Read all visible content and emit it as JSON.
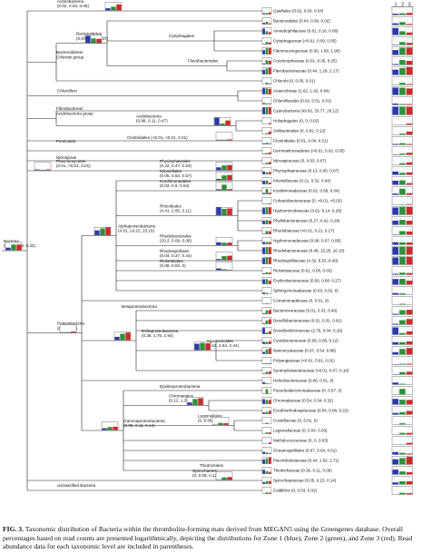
{
  "header": {
    "zone_numbers": [
      "1",
      "2",
      "3"
    ]
  },
  "colors": {
    "zone1": "#2b3aa8",
    "zone2": "#2f8f3a",
    "zone3": "#cc2a2a",
    "line": "#222222",
    "box": "#555555"
  },
  "internal_nodes": [
    {
      "id": "actino",
      "lines": [
        "Actinobacteria",
        "(0.02, 0.03, 0.06)"
      ],
      "bars": [
        0.25,
        0.45,
        0.75
      ]
    },
    {
      "id": "bact-chlorobi",
      "lines": [
        "Bacteroidetes/",
        "Chlorobi group"
      ],
      "bars": []
    },
    {
      "id": "bacteroidetes",
      "lines": [
        "Bacteroidetes",
        "(0.67, 0.39, 0.37)"
      ],
      "bars": [
        0.9,
        0.55,
        0.5
      ]
    },
    {
      "id": "cytophagales",
      "lines": [
        "Cytophagales"
      ],
      "bars": []
    },
    {
      "id": "flavobacteriales",
      "lines": [
        "Flavobacteriales"
      ],
      "bars": []
    },
    {
      "id": "chloroflexi",
      "lines": [
        "Chloroflexi"
      ],
      "bars": []
    },
    {
      "id": "fibro-acido",
      "lines": [
        "Fibrobacteres/",
        "Acidobacteria group"
      ],
      "bars": []
    },
    {
      "id": "acidobacteria",
      "lines": [
        "Acidobacteria",
        "(0.88, 0.11, 0.47)"
      ],
      "bars": [
        0.95,
        0.2,
        0.6
      ]
    },
    {
      "id": "firmicutes",
      "lines": [
        "Firmicutes"
      ],
      "bars": []
    },
    {
      "id": "clostridiales",
      "lines": [
        "Clostridiales (<0.01, <0.01, 0.01)"
      ],
      "bars": [
        0.05,
        0.05,
        0.1
      ]
    },
    {
      "id": "nitrospirae",
      "lines": [
        "Nitrospirae"
      ],
      "bars": []
    },
    {
      "id": "planctomycetes",
      "lines": [
        "Planctomycetes",
        "(0.01, <0.01, 0.01)"
      ],
      "bars": [
        0.08,
        0.04,
        0.08
      ]
    },
    {
      "id": "phycisphaerales",
      "lines": [
        "Phycisphaerales",
        "(0.22, 0.47, 0.53)"
      ],
      "bars": [
        0.35,
        0.6,
        0.65
      ]
    },
    {
      "id": "kiloniellales",
      "lines": [
        "Kiloniellales",
        "(0.05, 0.53, 0.57)"
      ],
      "bars": [
        0.15,
        0.6,
        0.65
      ]
    },
    {
      "id": "kordiimonadales",
      "lines": [
        "Kordiimonadales",
        "(0.03, 0.6, 0.04)"
      ],
      "bars": [
        0.1,
        0.7,
        0.12
      ]
    },
    {
      "id": "rhizobiales",
      "lines": [
        "Rhizobiales",
        "(4.41, 2.65, 3.11)"
      ],
      "bars": [
        1.0,
        0.8,
        0.85
      ]
    },
    {
      "id": "alphaproteo",
      "lines": [
        "Alphaproteobacteria",
        "(4.81, 14.22, 23.16)"
      ],
      "bars": [
        0.6,
        0.85,
        1.0
      ]
    },
    {
      "id": "rhodobacterales",
      "lines": [
        "Rhodobacterales",
        "(20.3, 0.09, 0.08)"
      ],
      "bars": [
        0.35,
        0.3,
        0.3
      ]
    },
    {
      "id": "rhodospirillales",
      "lines": [
        "Rhodospirillales",
        "(0.04, 0.37, 0.44)"
      ],
      "bars": [
        0.12,
        0.5,
        0.55
      ]
    },
    {
      "id": "rickettsiales",
      "lines": [
        "Rickettsiales",
        "(0.08, 0.03, 0)"
      ],
      "bars": [
        0.2,
        0.1,
        0.0
      ]
    },
    {
      "id": "bacteria",
      "lines": [
        "Bacteria",
        "(0.02, 0.34, 0.32)"
      ],
      "bars": [
        0.3,
        0.7,
        0.7
      ]
    },
    {
      "id": "betaproteo",
      "lines": [
        "Betaproteobacteria"
      ],
      "bars": []
    },
    {
      "id": "proteobacteria",
      "lines": [
        "Proteobacteria",
        "(0, 0, 0.02)"
      ],
      "bars": [
        0.0,
        0.0,
        0.1
      ]
    },
    {
      "id": "deltaproteo",
      "lines": [
        "Deltaproteobacteria",
        "(0.28, 1.75, 2.94)"
      ],
      "bars": [
        0.4,
        0.8,
        0.95
      ]
    },
    {
      "id": "myxococcales",
      "lines": [
        "Myxococcales",
        "(2.04, 2.64, 2.44)"
      ],
      "bars": [
        0.8,
        0.9,
        0.85
      ]
    },
    {
      "id": "epsilonproteo",
      "lines": [
        "Epsilonproteobacteria"
      ],
      "bars": []
    },
    {
      "id": "chromatiales",
      "lines": [
        "Chromatiales",
        "(0.12, 1.33, 1.67)"
      ],
      "bars": [
        0.3,
        0.75,
        0.85
      ]
    },
    {
      "id": "gammaproteo",
      "lines": [
        "Gammaproteobacteria",
        "(0.05, 0.11, 0.14)"
      ],
      "bars": [
        0.2,
        0.35,
        0.4
      ]
    },
    {
      "id": "legionellales",
      "lines": [
        "Legionellales",
        "(0, 0.06, 0.05)"
      ],
      "bars": [
        0.0,
        0.25,
        0.2
      ]
    },
    {
      "id": "thiotrichales",
      "lines": [
        "Thiotrichales"
      ],
      "bars": []
    },
    {
      "id": "spirochaetes",
      "lines": [
        "Spirochaetes",
        "(0, 0.09, 0.12)"
      ],
      "bars": [
        0.0,
        0.3,
        0.35
      ]
    },
    {
      "id": "unclassified",
      "lines": [
        "unclassified Bacteria"
      ],
      "bars": []
    }
  ],
  "leaves": [
    {
      "label": "Gaiellales (0.02, 0.03, 0.04)",
      "bars": [
        0.15,
        0.2,
        0.25
      ]
    },
    {
      "label": "Bacteroidales (0.04, 0.09, 0.02)",
      "bars": [
        0.2,
        0.35,
        0.12
      ]
    },
    {
      "label": "Amoebophilaceae (0.81, 0.16, 0.08)",
      "bars": [
        0.85,
        0.45,
        0.3
      ]
    },
    {
      "label": "Cytophagaceae (<0.01, 0.09, 0.05)",
      "bars": [
        0.05,
        0.35,
        0.25
      ]
    },
    {
      "label": "Flammeovirgaceae (0.36, 1.80, 1.90)",
      "bars": [
        0.6,
        0.9,
        0.92
      ]
    },
    {
      "label": "Cryomorphaceae (0.01, 0.35, 0.25)",
      "bars": [
        0.1,
        0.6,
        0.5
      ]
    },
    {
      "label": "Flavobacteriaceae (0.44, 1.29, 2.17)",
      "bars": [
        0.65,
        0.85,
        0.95
      ]
    },
    {
      "label": "Chlorobi (0, 0.05, 0.01)",
      "bars": [
        0.0,
        0.25,
        0.1
      ]
    },
    {
      "label": "Anaerolineae (1.62, 1.42, 0.84)",
      "bars": [
        0.9,
        0.88,
        0.8
      ]
    },
    {
      "label": "Chloroflexales (0.02, 0.01, 0.01)",
      "bars": [
        0.15,
        0.1,
        0.1
      ]
    },
    {
      "label": "Cyanobacteria (49.92, 33.77, 20.12)",
      "bars": [
        1.0,
        1.0,
        1.0
      ]
    },
    {
      "label": "Holophagales (0, 0, 0.02)",
      "bars": [
        0.0,
        0.0,
        0.15
      ]
    },
    {
      "label": "Solibacterales (0, 0.02, 0.12)",
      "bars": [
        0.0,
        0.15,
        0.4
      ]
    },
    {
      "label": "Clostridiales (0.01, 0.04, 0.01)",
      "bars": [
        0.1,
        0.2,
        0.1
      ]
    },
    {
      "label": "Gemmatimonadetes (<0.01, 0.02, 0.05)",
      "bars": [
        0.05,
        0.15,
        0.25
      ]
    },
    {
      "label": "Nitrospiraceae (0, 0.03, 0.07)",
      "bars": [
        0.0,
        0.2,
        0.3
      ]
    },
    {
      "label": "Phycisphaeraceae (0.13, 0.05, 0.07)",
      "bars": [
        0.4,
        0.25,
        0.3
      ]
    },
    {
      "label": "Kiloniellaceae (0.21, 0.32, 0.04)",
      "bars": [
        0.5,
        0.55,
        0.2
      ]
    },
    {
      "label": "Kordiimonadaceae (0.02, 0.68, 0.04)",
      "bars": [
        0.15,
        0.75,
        0.2
      ]
    },
    {
      "label": "Cohaesibacteraceae (0, <0.01, <0.02)",
      "bars": [
        0.0,
        0.05,
        0.08
      ]
    },
    {
      "label": "Hyphomicrobiaceae (3.61, 6.14, 6.29)",
      "bars": [
        0.9,
        0.97,
        0.97
      ]
    },
    {
      "label": "Phyllobacteriaceae (0.27, 0.42, 0.28)",
      "bars": [
        0.5,
        0.6,
        0.5
      ]
    },
    {
      "label": "Rhodobiaceae (<0.01, 0.21, 0.17)",
      "bars": [
        0.05,
        0.45,
        0.4
      ]
    },
    {
      "label": "Hyphomonadaceae (0.08, 0.07, 0.06)",
      "bars": [
        0.3,
        0.3,
        0.28
      ]
    },
    {
      "label": "Rhodobacteraceae (9.48, 15.25, 16.10)",
      "bars": [
        0.95,
        1.0,
        1.0
      ]
    },
    {
      "label": "Rhodospirillaceae (4.32, 8.53, 8.40)",
      "bars": [
        0.9,
        0.98,
        0.98
      ]
    },
    {
      "label": "Rickettsiaceae (0.01, 0.05, 0.03)",
      "bars": [
        0.1,
        0.25,
        0.2
      ]
    },
    {
      "label": "Erythrobacteraceae (0.56, 0.60, 0.27)",
      "bars": [
        0.7,
        0.72,
        0.5
      ]
    },
    {
      "label": "Sphingomonadaceae (0.03, 0.02, 0)",
      "bars": [
        0.2,
        0.15,
        0.0
      ]
    },
    {
      "label": "Comamonadaceae (0, 0.01, 0)",
      "bars": [
        0.0,
        0.1,
        0.0
      ]
    },
    {
      "label": "Bacteriovoraceae (0.01, 0.31, 0.40)",
      "bars": [
        0.1,
        0.55,
        0.6
      ]
    },
    {
      "label": "Desulfobacteraceae (0.01, 0.31, 0.61)",
      "bars": [
        0.1,
        0.55,
        0.7
      ]
    },
    {
      "label": "Desulfovibrionaceae (2.75, 0.04, 0.16)",
      "bars": [
        0.9,
        0.2,
        0.4
      ]
    },
    {
      "label": "Cystobacteraceae (0.08, 0.08, 0.12)",
      "bars": [
        0.3,
        0.3,
        0.4
      ]
    },
    {
      "label": "Nannocystaceae (0.07, 0.54, 0.88)",
      "bars": [
        0.3,
        0.7,
        0.82
      ]
    },
    {
      "label": "Polyangiaceae (<0.01, 0.01, 0.01)",
      "bars": [
        0.05,
        0.1,
        0.1
      ]
    },
    {
      "label": "Syntrophobacteraceae (<0.01, 0.07, 0.10)",
      "bars": [
        0.05,
        0.3,
        0.35
      ]
    },
    {
      "label": "Helicobacteraceae (0.06, 0.01, 0)",
      "bars": [
        0.25,
        0.1,
        0.0
      ]
    },
    {
      "label": "Pseudoalteromonadaceae (0, 0.57, 0)",
      "bars": [
        0.0,
        0.7,
        0.0
      ]
    },
    {
      "label": "Chromatiaceae (0.54, 0.34, 0.32)",
      "bars": [
        0.7,
        0.6,
        0.58
      ]
    },
    {
      "label": "Ectothiorhodospiraceae (0.04, 0.08, 0.22)",
      "bars": [
        0.2,
        0.3,
        0.45
      ]
    },
    {
      "label": "Coxiellaceae (0, 0.02, 0)",
      "bars": [
        0.0,
        0.15,
        0.0
      ]
    },
    {
      "label": "Legionellaceae (0, 0.04, 0.03)",
      "bars": [
        0.0,
        0.2,
        0.2
      ]
    },
    {
      "label": "Methylococcaceae (0, 0, 0.03)",
      "bars": [
        0.0,
        0.0,
        0.2
      ]
    },
    {
      "label": "Oceanospirillales (0.07, 0.04, 0.01)",
      "bars": [
        0.3,
        0.2,
        0.1
      ]
    },
    {
      "label": "Piscirickettsiaceae (0.44, 1.02, 2.71)",
      "bars": [
        0.65,
        0.8,
        0.95
      ]
    },
    {
      "label": "Thiotrichaceae (0.36, 0.11, 0.06)",
      "bars": [
        0.6,
        0.38,
        0.28
      ]
    },
    {
      "label": "Spirochaetaceae (0.05, 0.15, 0.14)",
      "bars": [
        0.25,
        0.4,
        0.4
      ]
    },
    {
      "label": "Caldithrix (0, 0.03, 0.02)",
      "bars": [
        0.0,
        0.2,
        0.15
      ]
    }
  ],
  "caption": {
    "fig": "FIG. 3.",
    "text": "Taxonomic distribution of Bacteria within the thrombolite-forming mats derived from MEGAN5 using the Greengenes database. Overall percentages based on read counts are presented logarithmically, depicting the distributions for Zone 1 (blue), Zone 2 (green), and Zone 3 (red). Read abundance data for each taxonomic level are included in parentheses."
  }
}
